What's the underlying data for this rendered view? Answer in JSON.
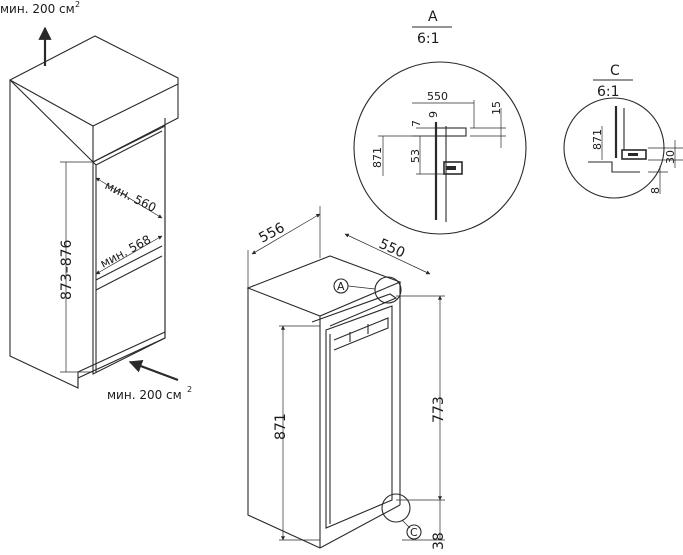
{
  "cabinet": {
    "vent_top": "мин. 200 см",
    "vent_top_sup": "2",
    "vent_bottom": "мин. 200 см",
    "vent_bottom_sup": "2",
    "height_range": "873–876",
    "width_min": "мин. 560",
    "depth_min": "мин. 568"
  },
  "appliance": {
    "width": "556",
    "depth": "550",
    "height": "871",
    "door_height": "773",
    "bottom_offset": "38",
    "marker_a": "A",
    "marker_c": "C"
  },
  "detail_a": {
    "label": "A",
    "scale": "6:1",
    "dim_550": "550",
    "dim_15": "15",
    "dim_7": "7",
    "dim_9": "9",
    "dim_53": "53",
    "dim_871": "871"
  },
  "detail_c": {
    "label": "C",
    "scale": "6:1",
    "dim_871": "871",
    "dim_30": "30",
    "dim_8": "8"
  }
}
